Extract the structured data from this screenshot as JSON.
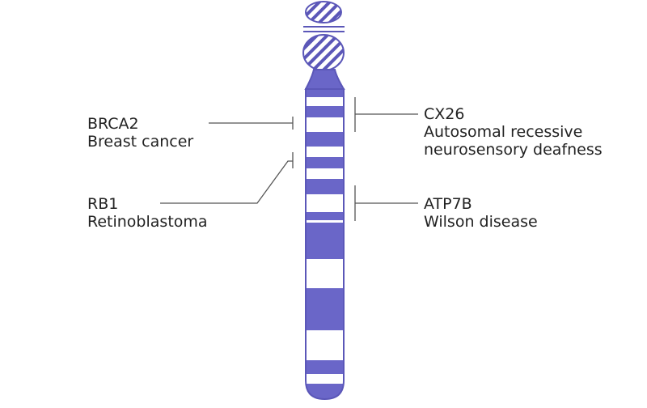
{
  "colors": {
    "band": "#6a66c8",
    "outline": "#5b57b8",
    "light": "#ffffff",
    "hatch": "#5b57b8",
    "leader": "#555555",
    "text": "#222222"
  },
  "annotations": [
    {
      "gene": "BRCA2",
      "disease": "Breast cancer"
    },
    {
      "gene": "RB1",
      "disease": "Retinoblastoma"
    },
    {
      "gene": "CX26",
      "disease_line1": "Autosomal recessive",
      "disease_line2": "neurosensory deafness"
    },
    {
      "gene": "ATP7B",
      "disease": "Wilson disease"
    }
  ]
}
